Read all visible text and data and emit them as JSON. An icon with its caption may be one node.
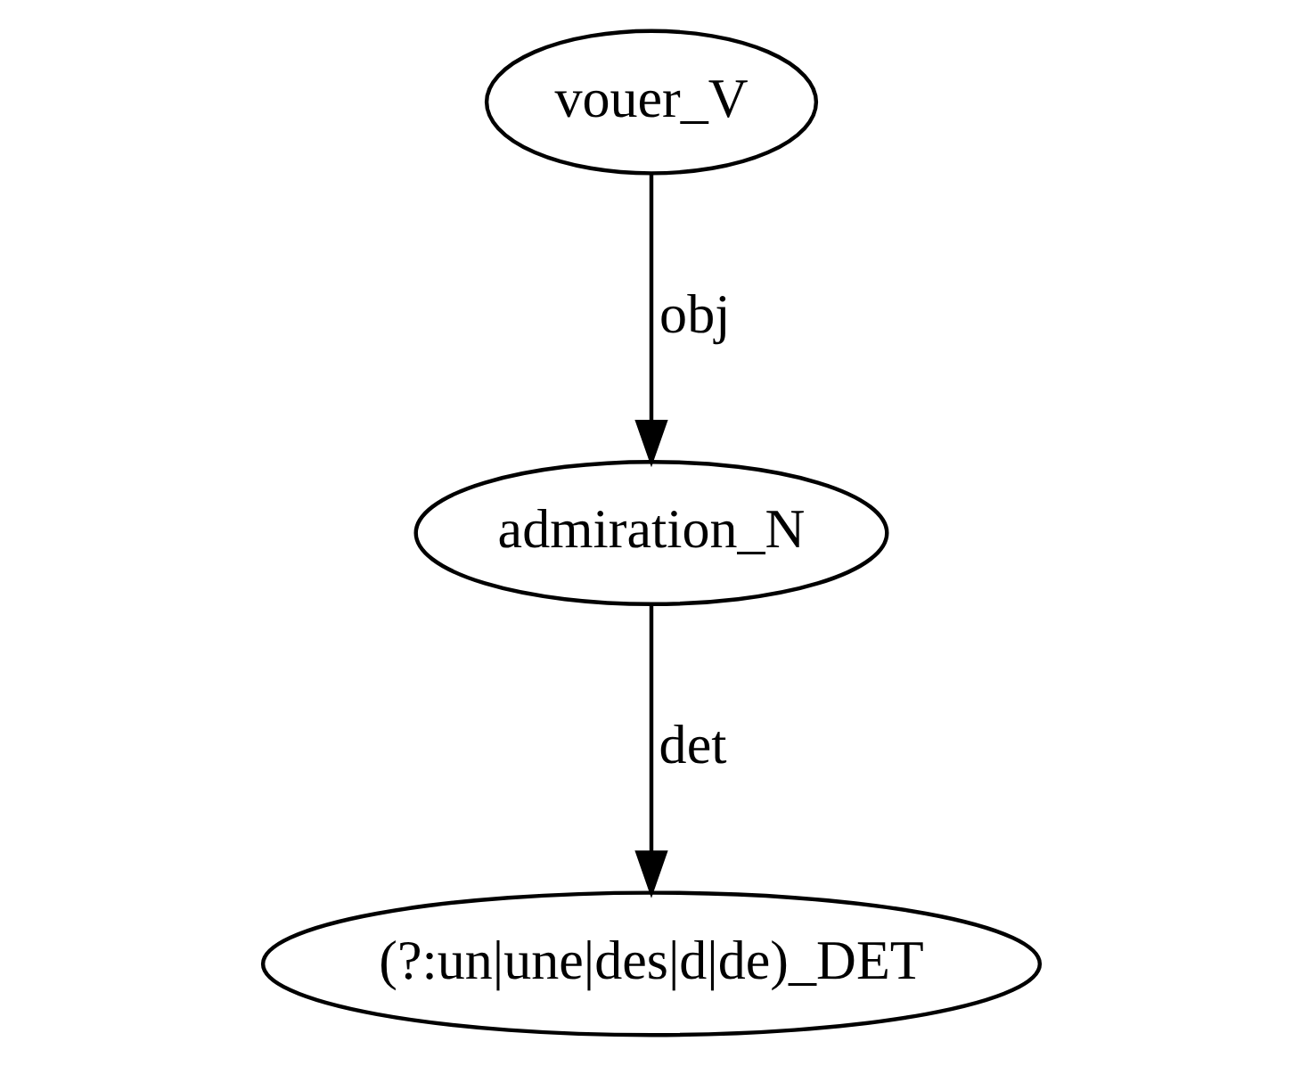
{
  "diagram": {
    "nodes": [
      {
        "text": [
          "vouer_V"
        ]
      },
      {
        "text": [
          "admiration_N"
        ]
      },
      {
        "text": [
          "(?:un|une|des|d|de)_DET"
        ]
      }
    ],
    "edges": [
      {
        "from": 0,
        "to": 1,
        "arrow": "to",
        "label": "obj"
      },
      {
        "from": 1,
        "to": 2,
        "arrow": "to",
        "label": "det"
      }
    ]
  }
}
